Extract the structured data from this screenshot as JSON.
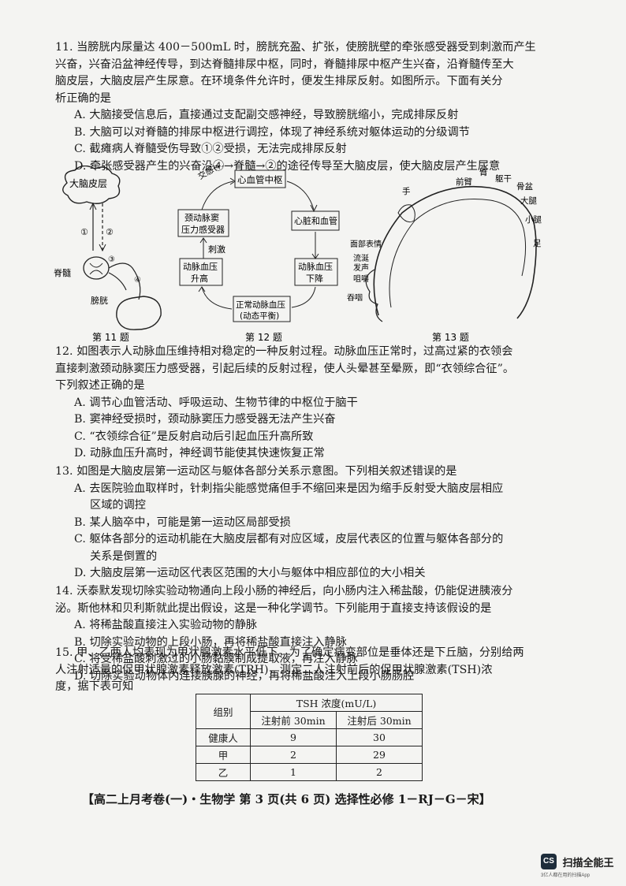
{
  "q11": {
    "stem1": "11. 当膀胱内尿量达 400－500mL 时，膀胱充盈、扩张，使膀胱壁的牵张感受器受到刺激而产生",
    "stem2": "兴奋，兴奋沿盆神经传导，到达脊髓排尿中枢，同时，脊髓排尿中枢产生兴奋，沿脊髓传至大",
    "stem3": "脑皮层，大脑皮层产生尿意。在环境条件允许时，便发生排尿反射。如图所示。下面有关分",
    "stem4": "析正确的是",
    "A": "A. 大脑接受信息后，直接通过支配副交感神经，导致膀胱缩小，完成排尿反射",
    "B": "B. 大脑可以对脊髓的排尿中枢进行调控，体现了神经系统对躯体运动的分级调节",
    "C": "C. 截瘫病人脊髓受伤导致①②受损，无法完成排尿反射",
    "D": "D. 牵张感受器产生的兴奋沿④→脊髓→②的途径传导至大脑皮层，使大脑皮层产生尿意"
  },
  "fig11": {
    "brain": "大脑皮层",
    "c1": "①",
    "c2": "②",
    "c3": "③",
    "c4": "④",
    "spine": "脊髓",
    "bladder": "膀胱",
    "caption": "第 11 题"
  },
  "fig12": {
    "nerve": "交感神经",
    "center": "心血管中枢",
    "receptor_a": "颈动脉窦",
    "receptor_b": "压力感受器",
    "heart": "心脏和血管",
    "stim": "刺激",
    "rise_a": "动脉血压",
    "rise_b": "升高",
    "fall_a": "动脉血压",
    "fall_b": "下降",
    "normal_a": "正常动脉血压",
    "normal_b": "(动态平衡)",
    "caption": "第 12 题"
  },
  "fig13": {
    "hand": "手",
    "forearm": "前臂",
    "arm": "臂",
    "trunk": "躯干",
    "pelvis": "骨盆",
    "thigh": "大腿",
    "shank": "小腿",
    "foot": "足",
    "face": "面部表情",
    "drool": "流涎",
    "voice": "发声",
    "chew": "咀嚼",
    "swallow": "吞咽",
    "caption": "第 13 题"
  },
  "q12": {
    "stem1": "12. 如图表示人动脉血压维持相对稳定的一种反射过程。动脉血压正常时，过高过紧的衣领会",
    "stem2": "直接刺激颈动脉窦压力感受器，引起后续的反射过程，使人头晕甚至晕厥，即“衣领综合征”。",
    "stem3": "下列叙述正确的是",
    "A": "A. 调节心血管活动、呼吸运动、生物节律的中枢位于脑干",
    "B": "B. 窦神经受损时，颈动脉窦压力感受器无法产生兴奋",
    "C": "C. “衣领综合征”是反射启动后引起血压升高所致",
    "D": "D. 动脉血压升高时，神经调节能使其快速恢复正常"
  },
  "q13": {
    "stem1": "13. 如图是大脑皮层第一运动区与躯体各部分关系示意图。下列相关叙述错误的是",
    "A1": "A. 去医院验血取样时，针刺指尖能感觉痛但手不缩回来是因为缩手反射受大脑皮层相应",
    "A2": "区域的调控",
    "B": "B. 某人脑卒中，可能是第一运动区局部受损",
    "C1": "C. 躯体各部分的运动机能在大脑皮层都有对应区域，皮层代表区的位置与躯体各部分的",
    "C2": "关系是倒置的",
    "D": "D. 大脑皮层第一运动区代表区范围的大小与躯体中相应部位的大小相关"
  },
  "q14": {
    "stem1": "14. 沃泰默发现切除实验动物通向上段小肠的神经后，向小肠内注入稀盐酸，仍能促进胰液分",
    "stem2": "泌。斯他林和贝利斯就此提出假设，这是一种化学调节。下列能用于直接支持该假设的是",
    "A": "A. 将稀盐酸直接注入实验动物的静脉",
    "B": "B. 切除实验动物的上段小肠，再将稀盐酸直接注入静脉",
    "C": "C. 将受稀盐酸刺激过的小肠黏膜制成提取液，再注入静脉",
    "D": "D. 切除实验动物体内连接胰腺的神经，再将稀盐酸注入上段小肠肠腔"
  },
  "q15": {
    "stem1": "15. 甲、乙两人均表现为甲状腺激素水平低下。为了确定病变部位是垂体还是下丘脑，分别给两",
    "stem2": "人注射适量的促甲状腺激素释放激素(TRH)，测定二人注射前后的促甲状腺激素(TSH)浓",
    "stem3": "度，据下表可知"
  },
  "table": {
    "group": "组别",
    "tsh": "TSH 浓度(mU/L)",
    "before": "注射前 30min",
    "after": "注射后 30min",
    "rows": [
      {
        "name": "健康人",
        "before": "9",
        "after": "30"
      },
      {
        "name": "甲",
        "before": "2",
        "after": "29"
      },
      {
        "name": "乙",
        "before": "1",
        "after": "2"
      }
    ]
  },
  "footer": "【高二上月考卷(一)・生物学  第 3 页(共 6 页)  选择性必修 1－RJ－G－宋】",
  "brand": {
    "logo": "CS",
    "name": "扫描全能王",
    "sub": "3亿人都在用的扫描App"
  }
}
